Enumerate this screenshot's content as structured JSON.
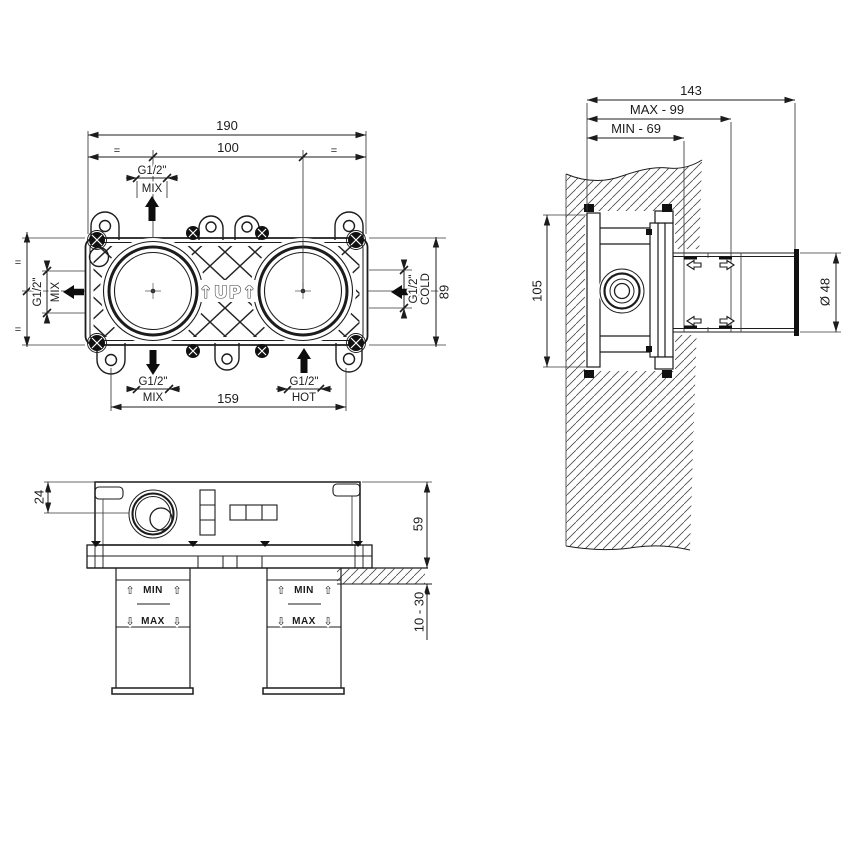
{
  "front_view": {
    "dim_total_width": "190",
    "dim_port_spacing": "100",
    "eq": "=",
    "dim_height": "89",
    "dim_hole_spacing": "159",
    "up_marking": "↑UP↑",
    "port_top_size": "G1/2\"",
    "port_top_label": "MIX",
    "port_left_size": "G1/2\"",
    "port_left_label": "MIX",
    "port_right_size": "G1/2\"",
    "port_right_label": "COLD",
    "port_bottom_left_size": "G1/2\"",
    "port_bottom_left_label": "MIX",
    "port_bottom_right_size": "G1/2\"",
    "port_bottom_right_label": "HOT"
  },
  "side_view": {
    "dim_total_depth": "143",
    "dim_max_depth": "MAX - 99",
    "dim_min_depth": "MIN - 69",
    "dim_height": "105",
    "dim_diameter": "Ø 48"
  },
  "bottom_view": {
    "dim_center_depth": "24",
    "dim_body_depth": "59",
    "dim_wall_thickness": "10 - 30",
    "min_label": "MIN",
    "max_label": "MAX",
    "min_arrow": "⇧",
    "max_arrow": "⇩"
  },
  "colors": {
    "line": "#1c1c1c",
    "background": "#ffffff"
  }
}
